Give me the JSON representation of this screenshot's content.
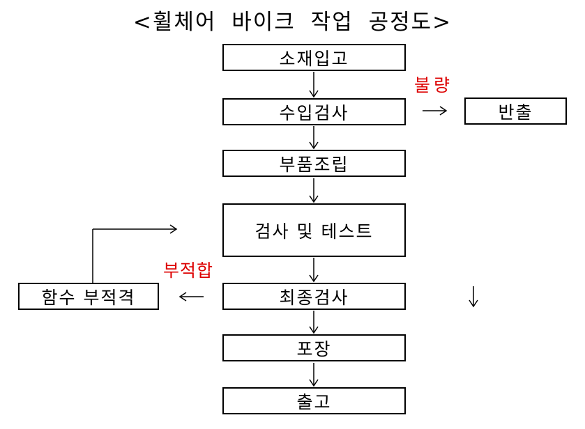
{
  "title": "<휠체어 바이크 작업 공정도>",
  "colors": {
    "line": "#000000",
    "branch_label_red": "#dd0000",
    "background": "#ffffff"
  },
  "diagram": {
    "nodes": [
      {
        "id": "material-in",
        "label": "소재입고"
      },
      {
        "id": "incoming-inspection",
        "label": "수입검사"
      },
      {
        "id": "parts-assembly",
        "label": "부품조립"
      },
      {
        "id": "inspection-and-test",
        "label": "검사 및 테스트"
      },
      {
        "id": "final-inspection",
        "label": "최종검사"
      },
      {
        "id": "packing",
        "label": "포장"
      },
      {
        "id": "shipping",
        "label": "출고"
      },
      {
        "id": "carry-out",
        "label": "반출"
      },
      {
        "id": "rework-reject",
        "label": "함수 부적격"
      }
    ],
    "edge_labels": [
      {
        "id": "defective",
        "text": "불량"
      },
      {
        "id": "nonconforming",
        "text": "부적합"
      }
    ],
    "edges": [
      {
        "from": "소재입고",
        "to": "수입검사"
      },
      {
        "from": "수입검사",
        "to": "반출",
        "label": "불량"
      },
      {
        "from": "수입검사",
        "to": "부품조립"
      },
      {
        "from": "부품조립",
        "to": "검사 및 테스트"
      },
      {
        "from": "검사 및 테스트",
        "to": "최종검사"
      },
      {
        "from": "최종검사",
        "to": "함수 부적격",
        "label": "부적합"
      },
      {
        "from": "함수 부적격",
        "to": "검사 및 테스트"
      },
      {
        "from": "최종검사",
        "to": "포장"
      },
      {
        "from": "포장",
        "to": "출고"
      }
    ]
  }
}
